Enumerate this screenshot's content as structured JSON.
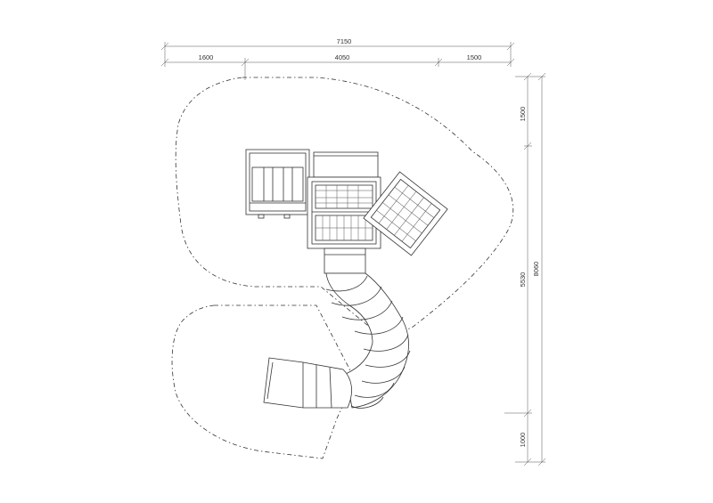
{
  "dimensions": {
    "top_total": "7150",
    "top_left": "1600",
    "top_middle": "4050",
    "top_right": "1500",
    "right_total": "8060",
    "right_top": "1500",
    "right_middle": "5530",
    "right_bottom": "1000"
  },
  "colors": {
    "line": "#333333",
    "background": "#ffffff"
  }
}
